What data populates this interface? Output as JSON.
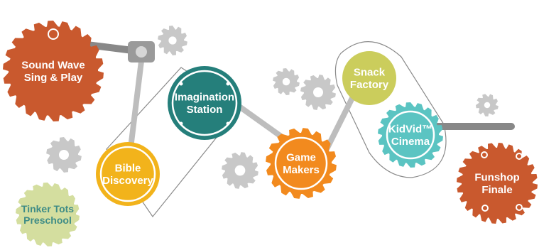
{
  "gears": [
    {
      "id": "sound-wave",
      "lines": [
        "Sound Wave",
        "Sing & Play"
      ],
      "color": "#c9592e",
      "text_color": "#ffffff"
    },
    {
      "id": "bible-discovery",
      "lines": [
        "Bible",
        "Discovery"
      ],
      "color": "#f2b31b",
      "text_color": "#ffffff"
    },
    {
      "id": "imagination-station",
      "lines": [
        "Imagination",
        "Station"
      ],
      "color": "#257f7b",
      "text_color": "#ffffff"
    },
    {
      "id": "game-makers",
      "lines": [
        "Game",
        "Makers"
      ],
      "color": "#f28a1e",
      "text_color": "#ffffff"
    },
    {
      "id": "snack-factory",
      "lines": [
        "Snack",
        "Factory"
      ],
      "color": "#cbcd5c",
      "text_color": "#ffffff"
    },
    {
      "id": "kidvid-cinema",
      "lines": [
        "KidVid™",
        "Cinema"
      ],
      "color": "#5bc4c2",
      "text_color": "#ffffff"
    },
    {
      "id": "funshop-finale",
      "lines": [
        "Funshop",
        "Finale"
      ],
      "color": "#c9592e",
      "text_color": "#ffffff"
    },
    {
      "id": "tinker-tots",
      "lines": [
        "Tinker Tots",
        "Preschool"
      ],
      "color": "#d4de9f",
      "text_color": "#3f8c86"
    }
  ],
  "colors": {
    "decorative_gear": "#c8c8c8",
    "connector": "#9a9a9a",
    "outline": "#8a8a8a"
  }
}
